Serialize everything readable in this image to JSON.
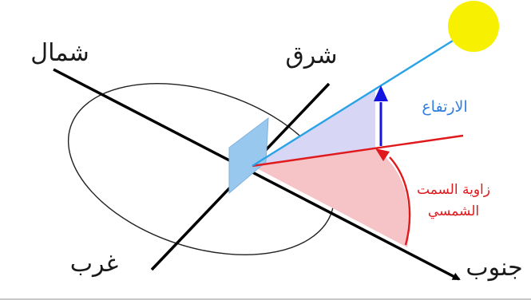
{
  "labels": {
    "north": "شمال",
    "east": "شرق",
    "west": "غرب",
    "south": "جنوب",
    "elevation": "الارتفاع",
    "azimuth_line1": "زاوية السمت",
    "azimuth_line2": "الشمسي"
  },
  "colors": {
    "sun": "#f7f000",
    "sun_ray": "#29a3e6",
    "elevation": "#2f7de0",
    "elevation_arrow": "#1414e0",
    "azimuth": "#e0191c",
    "azimuth_fill": "#f6c3c6",
    "elevation_fill": "#d7d7f5",
    "panel": "#99c8ef"
  }
}
